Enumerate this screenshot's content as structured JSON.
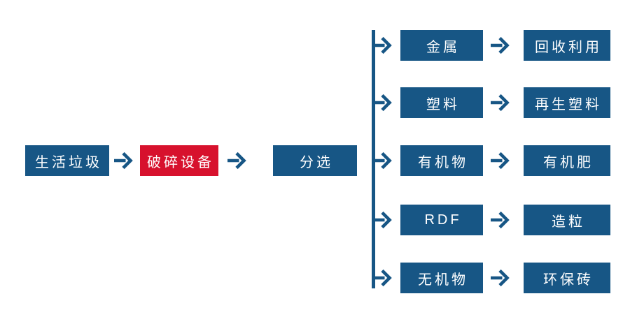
{
  "diagram": {
    "type": "flowchart",
    "colors": {
      "primary_blue": "#175685",
      "accent_red": "#D7112D",
      "box_text": "#FFFFFF",
      "background": "#FFFFFF"
    },
    "icons": {
      "arrow_right": "→"
    },
    "main_flow": [
      {
        "label": "生活垃圾",
        "color": "blue"
      },
      {
        "label": "破碎设备",
        "color": "red"
      },
      {
        "label": "分选",
        "color": "blue"
      }
    ],
    "branches": [
      {
        "source": "金属",
        "result": "回收利用"
      },
      {
        "source": "塑料",
        "result": "再生塑料"
      },
      {
        "source": "有机物",
        "result": "有机肥"
      },
      {
        "source": "RDF",
        "result": "造粒"
      },
      {
        "source": "无机物",
        "result": "环保砖"
      }
    ]
  }
}
